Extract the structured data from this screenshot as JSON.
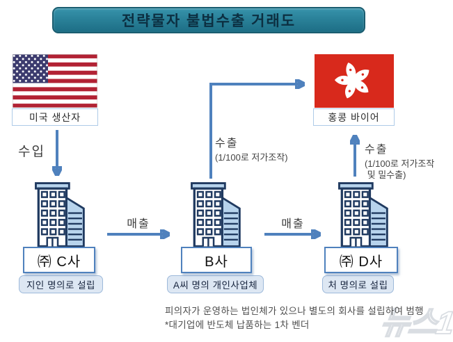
{
  "title": "전략물자 불법수출 거래도",
  "nodes": {
    "us_producer": {
      "label": "미국 생산자"
    },
    "hk_buyer": {
      "label": "홍콩 바이어"
    },
    "company_c": {
      "name": "㈜ C사",
      "note": "지인 명의로 설립"
    },
    "company_b": {
      "name": "B사",
      "note": "A씨 명의 개인사업체"
    },
    "company_d": {
      "name": "㈜ D사",
      "note": "처 명의로 설립"
    }
  },
  "edges": {
    "import_us_to_c": {
      "label": "수입"
    },
    "sales_c_to_b": {
      "label": "매출"
    },
    "sales_b_to_d": {
      "label": "매출"
    },
    "export_b_to_hk": {
      "label": "수출",
      "note": "(1/100로 저가조작)"
    },
    "export_d_to_hk": {
      "label": "수출",
      "note": "(1/100로 저가조작\n 및 밀수출)"
    }
  },
  "footnote": {
    "line1": "피의자가 운영하는 법인체가 있으나 별도의 회사를 설립하여 범행",
    "line2": "*대기업에 반도체 납품하는 1차 벤더"
  },
  "watermark": "뉴스1",
  "colors": {
    "arrow_blue": "#4f81bd",
    "title_teal": "#27809a",
    "building_outline": "#203a60",
    "building_light_blue": "#b7d3ec",
    "note_box_bg": "#dde7f3",
    "hk_flag_red": "#d8291c",
    "us_canton_blue": "#3c3b6e",
    "us_stripe_red": "#b22234"
  }
}
